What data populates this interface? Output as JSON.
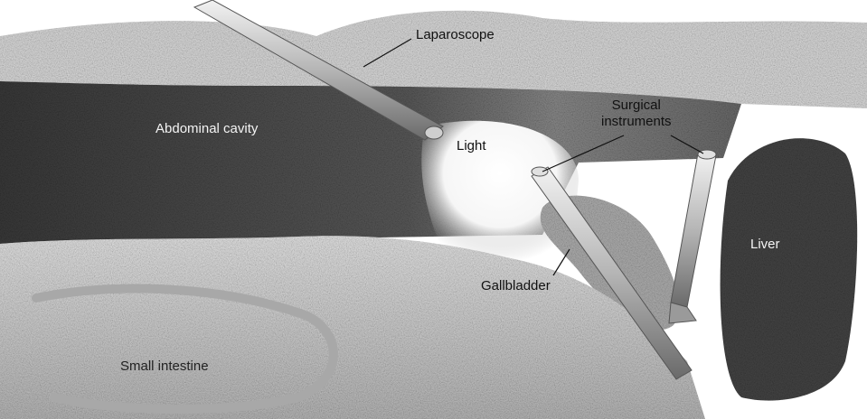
{
  "labels": {
    "laparoscope": "Laparoscope",
    "abdominal_cavity": "Abdominal cavity",
    "light": "Light",
    "surgical_instruments_line1": "Surgical",
    "surgical_instruments_line2": "instruments",
    "liver": "Liver",
    "gallbladder": "Gallbladder",
    "small_intestine": "Small intestine"
  }
}
